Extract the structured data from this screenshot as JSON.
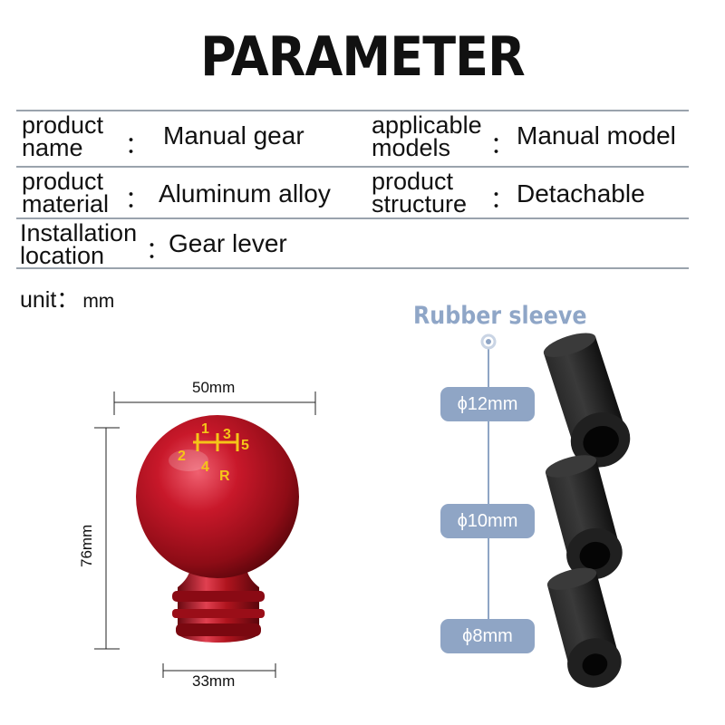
{
  "title": "PARAMETER",
  "specs": {
    "product_name_label": "product name",
    "product_name_value": "Manual gear",
    "applicable_models_label": "applicable models",
    "applicable_models_value": "Manual model",
    "product_material_label": "product material",
    "product_material_value": "Aluminum alloy",
    "product_structure_label": "product structure",
    "product_structure_value": "Detachable",
    "installation_location_label": "Installation location",
    "installation_location_value": "Gear lever",
    "colon": "："
  },
  "unit": {
    "label": "unit：",
    "value": "mm"
  },
  "dimensions": {
    "width_top": "50mm",
    "height": "76mm",
    "width_bottom": "33mm"
  },
  "knob_pattern": [
    "1",
    "3",
    "5",
    "2",
    "4",
    "R"
  ],
  "rubber_sleeve": {
    "title": "Rubber sleeve",
    "sizes": [
      "ϕ12mm",
      "ϕ10mm",
      "ϕ8mm"
    ]
  },
  "colors": {
    "knob_red": "#b0141e",
    "knob_highlight": "#f06070",
    "gear_pattern": "#f5c518",
    "sleeve_pill": "#8fa5c5",
    "sleeve_title": "#8fa6c7",
    "sleeve_black": "#1a1a1a",
    "divider": "#9aa3ad"
  }
}
